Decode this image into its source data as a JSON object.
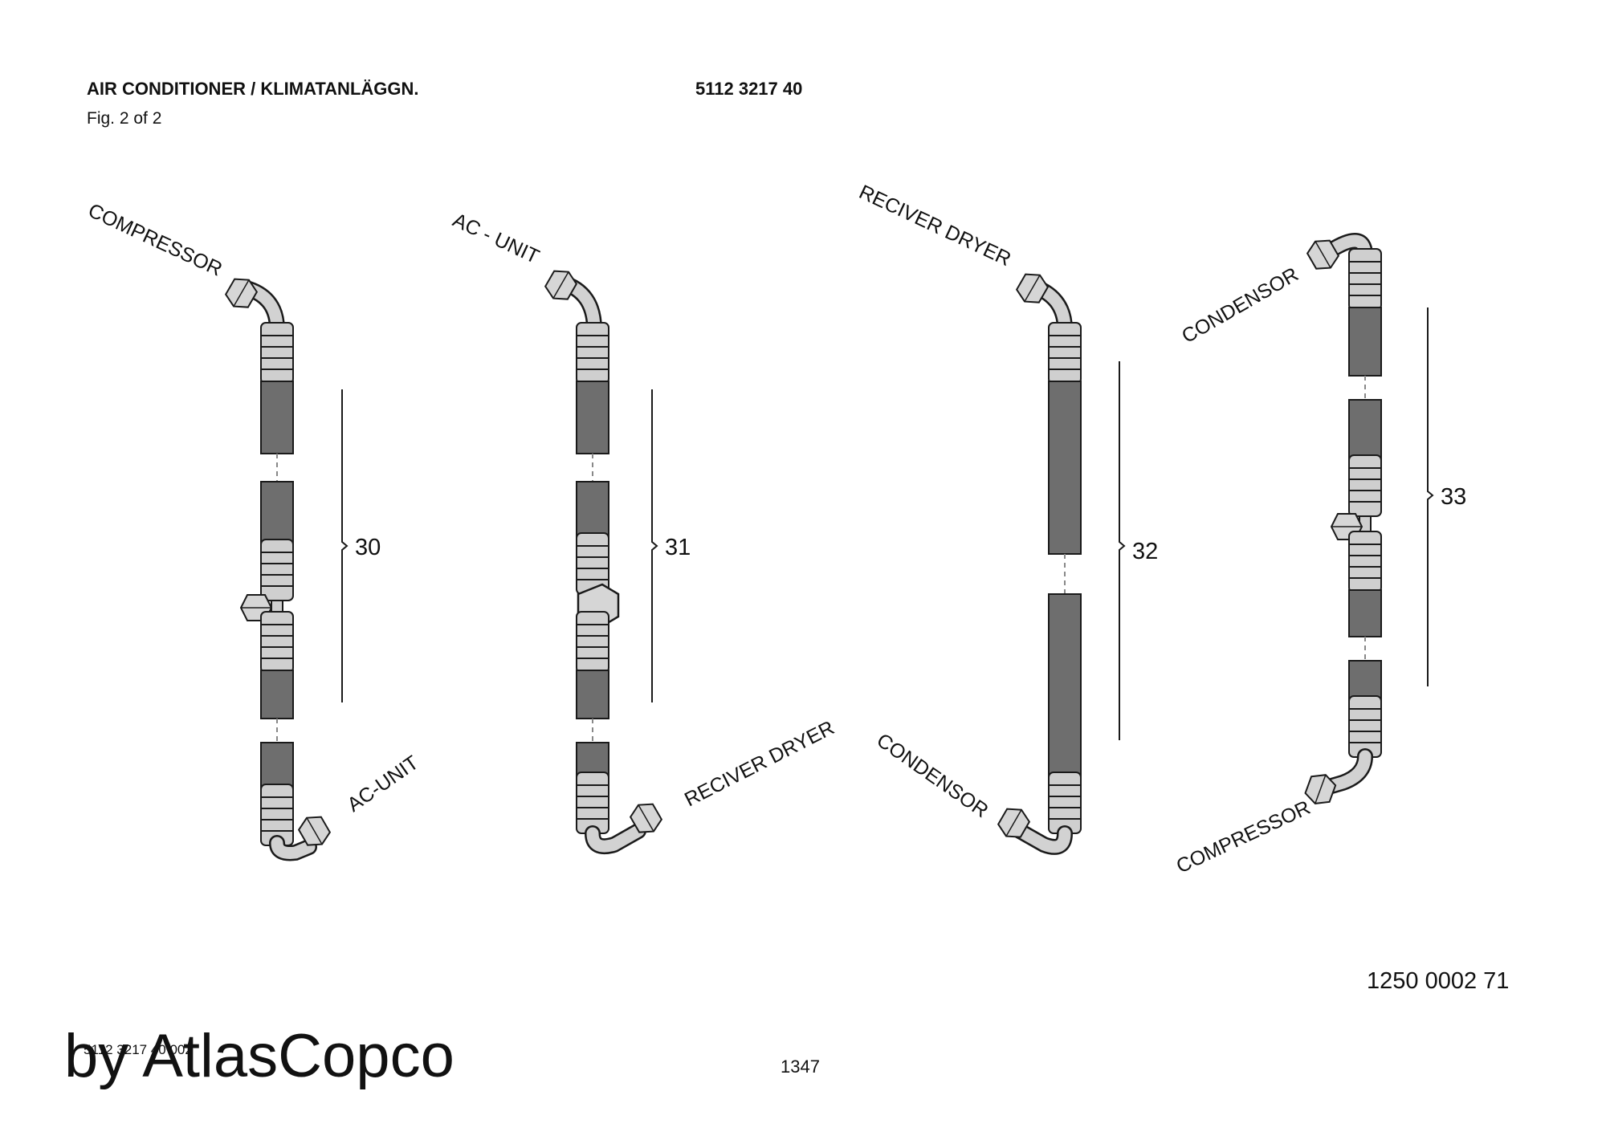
{
  "header": {
    "title": "AIR CONDITIONER / KLIMATANLÄGGN.",
    "part_number": "5112 3217 40",
    "figure": "Fig. 2 of 2"
  },
  "diagram": {
    "hoses": [
      {
        "item": "30",
        "end_top": "COMPRESSOR",
        "end_bottom": "AC-UNIT"
      },
      {
        "item": "31",
        "end_top": "AC - UNIT",
        "end_bottom": "RECIVER DRYER"
      },
      {
        "item": "32",
        "end_top": "RECIVER DRYER",
        "end_bottom": "CONDENSOR"
      },
      {
        "item": "33",
        "end_top": "CONDENSOR",
        "end_bottom": "COMPRESSOR"
      }
    ]
  },
  "footer": {
    "reference_number": "1250 0002 71",
    "page_number": "1347",
    "document_code": "5112 3217 40 002",
    "watermark": "by AtlasCopco"
  },
  "colors": {
    "hose": "#6e6e6e",
    "fitting": "#c9c9c9",
    "outline": "#1a1a1a"
  },
  "icons": [
    "pipe-elbow",
    "hex-nut",
    "crimp-ferrule",
    "service-valve"
  ]
}
